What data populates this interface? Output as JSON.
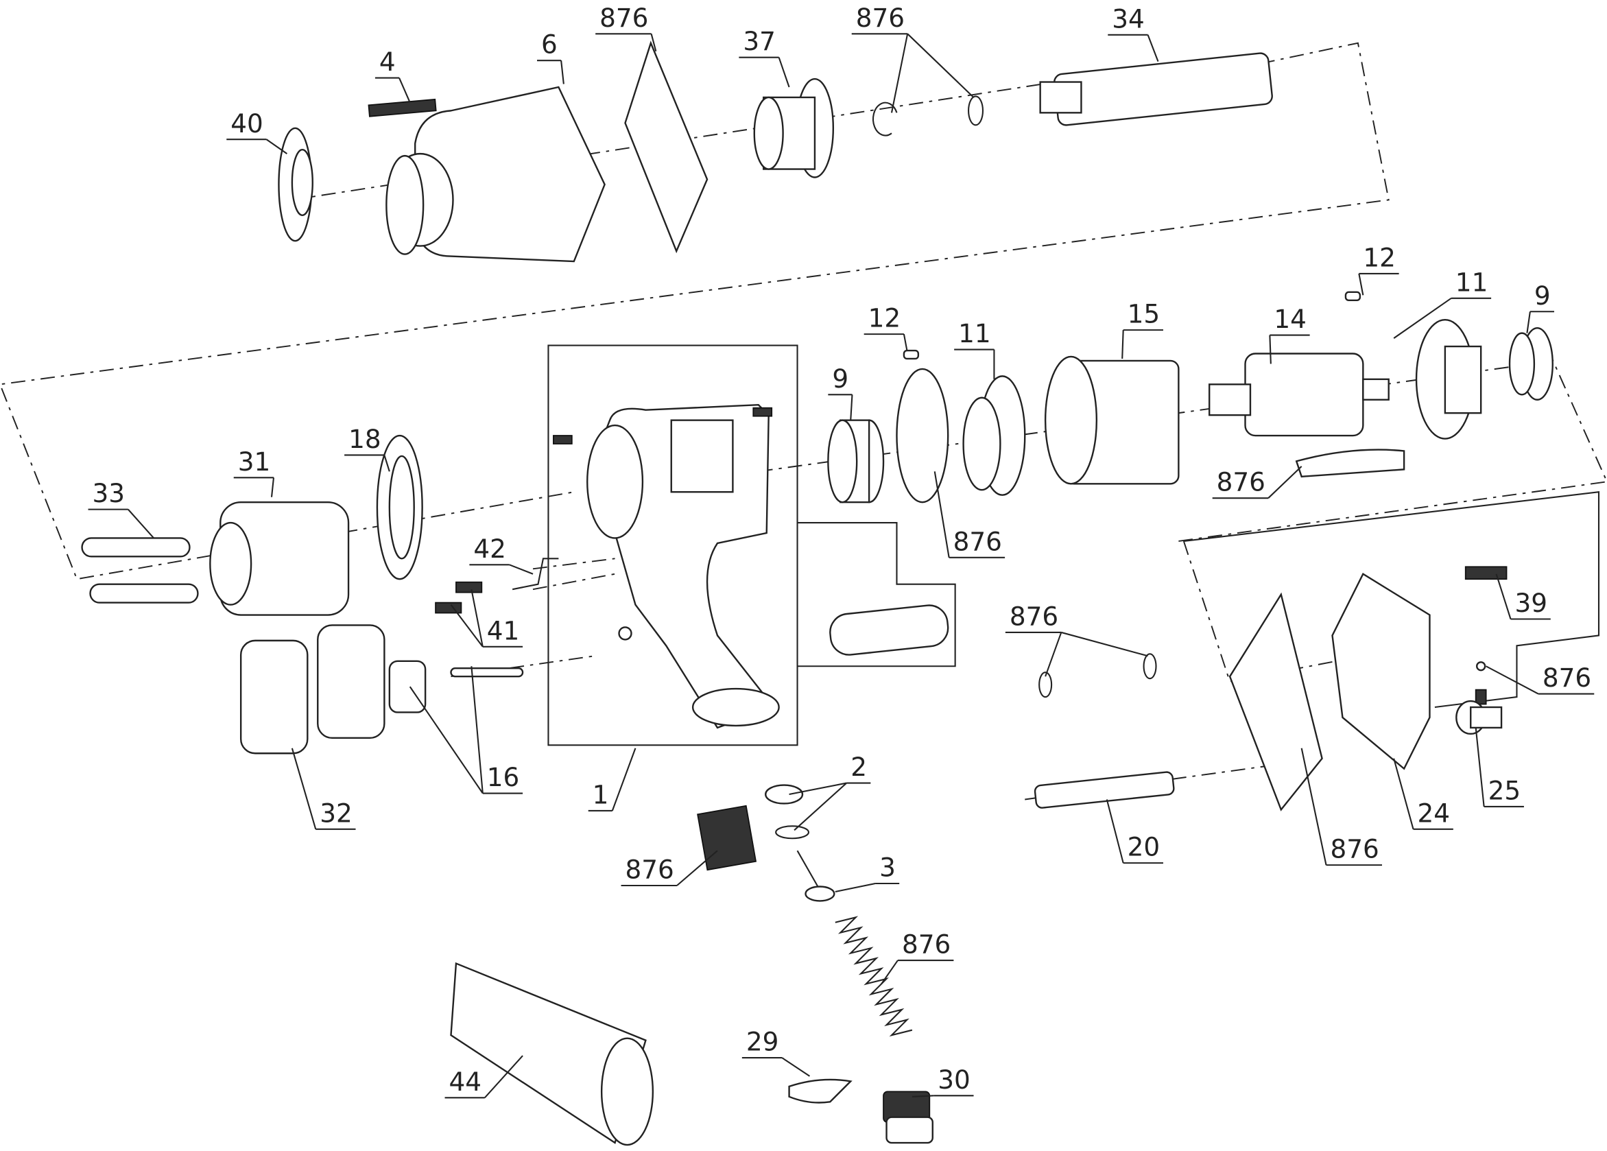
{
  "diagram": {
    "type": "exploded-parts-diagram",
    "callouts": [
      "4",
      "6",
      "876",
      "37",
      "876",
      "34",
      "40",
      "12",
      "11",
      "9",
      "12",
      "11",
      "15",
      "14",
      "9",
      "18",
      "31",
      "33",
      "876",
      "876",
      "42",
      "41",
      "876",
      "39",
      "876",
      "16",
      "32",
      "1",
      "2",
      "20",
      "876",
      "24",
      "25",
      "876",
      "3",
      "876",
      "29",
      "30",
      "44"
    ]
  }
}
